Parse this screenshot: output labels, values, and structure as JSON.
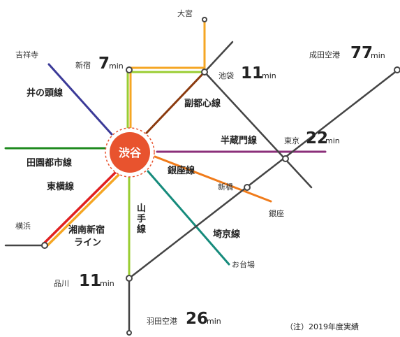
{
  "hub": "渋谷",
  "note": "（注）2019年度実績",
  "stations": {
    "omiya": "大宮",
    "kichijoji": "吉祥寺",
    "shinjuku": "新宿",
    "shinjuku_time": "7",
    "ikebukuro": "池袋",
    "ikebukuro_time": "11",
    "narita": "成田空港",
    "narita_time": "77",
    "tokyo": "東京",
    "tokyo_time": "22",
    "shinbashi": "新橋",
    "ginza": "銀座",
    "yokohama": "横浜",
    "odaiba": "お台場",
    "shinagawa": "品川",
    "shinagawa_time": "11",
    "haneda": "羽田空港",
    "haneda_time": "26",
    "unit": "min"
  },
  "lines": {
    "inokashira": "井の頭線",
    "fukutoshin": "副都心線",
    "hanzomon": "半蔵門線",
    "denentoshi": "田園都市線",
    "ginza": "銀座線",
    "toyoko": "東横線",
    "yamanote_1": "山",
    "yamanote_2": "手",
    "yamanote_3": "線",
    "shonan_1": "湘南新宿",
    "shonan_2": "ライン",
    "saikyo": "埼京線"
  },
  "colors": {
    "inokashira": "#3b3a98",
    "denentoshi": "#1e8a1e",
    "toyoko": "#e02020",
    "shonan": "#f5a623",
    "yamanote": "#9acd32",
    "saikyo": "#168b7c",
    "ginza": "#f07b1a",
    "hanzomon": "#8b2f7a",
    "fukutoshin": "#8b3a0e",
    "jr": "#444444",
    "hub": "#e8532e"
  }
}
